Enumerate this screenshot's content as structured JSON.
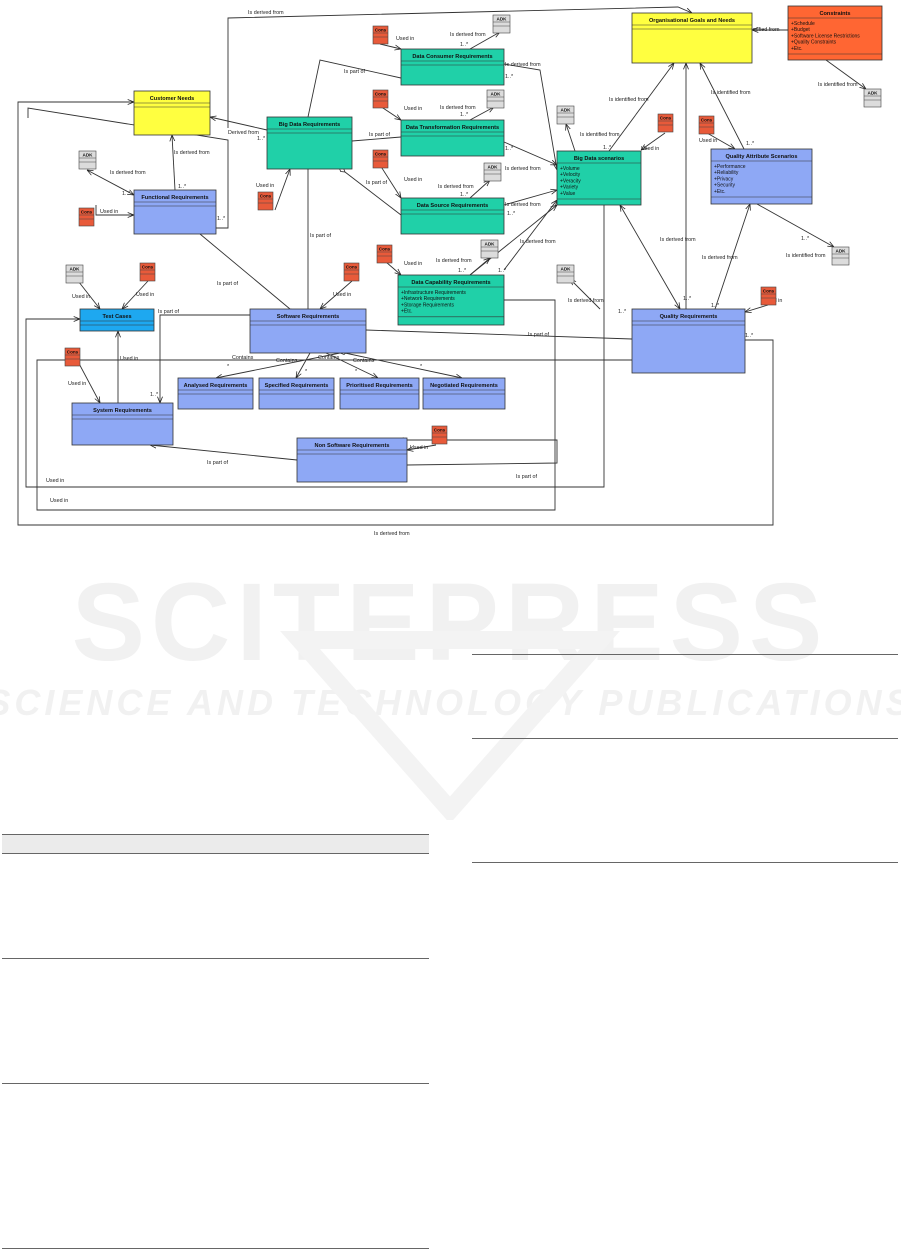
{
  "nodes": {
    "org_goals": {
      "title": "Organisational Goals and Needs",
      "fill": "#ffff40"
    },
    "customer_needs": {
      "title": "Customer Needs",
      "fill": "#ffff40"
    },
    "constraints": {
      "title": "Constraints",
      "attrs": [
        "+Schedule",
        "+Budget",
        "+Software License Restrictions",
        "+Quality Constraints",
        "+Etc."
      ],
      "fill": "#ff6633"
    },
    "data_consumer": {
      "title": "Data Consumer Requirements",
      "fill": "#20d0a8"
    },
    "data_transform": {
      "title": "Data Transformation Requirements",
      "fill": "#20d0a8"
    },
    "data_source": {
      "title": "Data Source Requirements",
      "fill": "#20d0a8"
    },
    "big_data_req": {
      "title": "Big Data Requirements",
      "fill": "#20d0a8"
    },
    "big_data_scen": {
      "title": "Big Data scenarios",
      "attrs": [
        "+Volume",
        "+Velocity",
        "+Veracity",
        "+Variety",
        "+Value"
      ],
      "fill": "#20d0a8"
    },
    "data_capability": {
      "title": "Data Capability Requirements",
      "attrs": [
        "+Infrastructure Requirements",
        "+Network Requirements",
        "+Storage Requirements",
        "+Etc."
      ],
      "fill": "#20d0a8"
    },
    "quality_attr_scen": {
      "title": "Quality Attribute Scenarios",
      "attrs": [
        "+Performance",
        "+Reliability",
        "+Privacy",
        "+Security",
        "+Etc."
      ],
      "fill": "#8ea8f5"
    },
    "functional_req": {
      "title": "Functional Requirements",
      "fill": "#8ea8f5"
    },
    "test_cases": {
      "title": "Test Cases",
      "fill": "#1ea8f0"
    },
    "software_req": {
      "title": "Software Requirements",
      "fill": "#8ea8f5"
    },
    "quality_req": {
      "title": "Quality Requirements",
      "fill": "#8ea8f5"
    },
    "system_req": {
      "title": "System Requirements",
      "fill": "#8ea8f5"
    },
    "analysed_req": {
      "title": "Analysed Requirements",
      "fill": "#8ea8f5"
    },
    "specified_req": {
      "title": "Specified Requirements",
      "fill": "#8ea8f5"
    },
    "prioritised_req": {
      "title": "Prioritised Requirements",
      "fill": "#8ea8f5"
    },
    "negotiated_req": {
      "title": "Negotiated Requirements",
      "fill": "#8ea8f5"
    },
    "non_software_req": {
      "title": "Non Software Requirements",
      "fill": "#8ea8f5"
    }
  },
  "badges": {
    "adk": "ADK",
    "cons": "Cons",
    "adk_fill": "#dcdcdc",
    "cons_fill": "#e85a3a"
  },
  "edge_labels": {
    "is_derived_from": "Is derived from",
    "derived_from": "Derived from",
    "is_part_of": "Is part of",
    "is_identified_from": "Is identified from",
    "used_in": "Used in",
    "used_in_lower": "used in",
    "contains": "Contains",
    "mult_1star": "1..*",
    "mult_star": "*"
  }
}
